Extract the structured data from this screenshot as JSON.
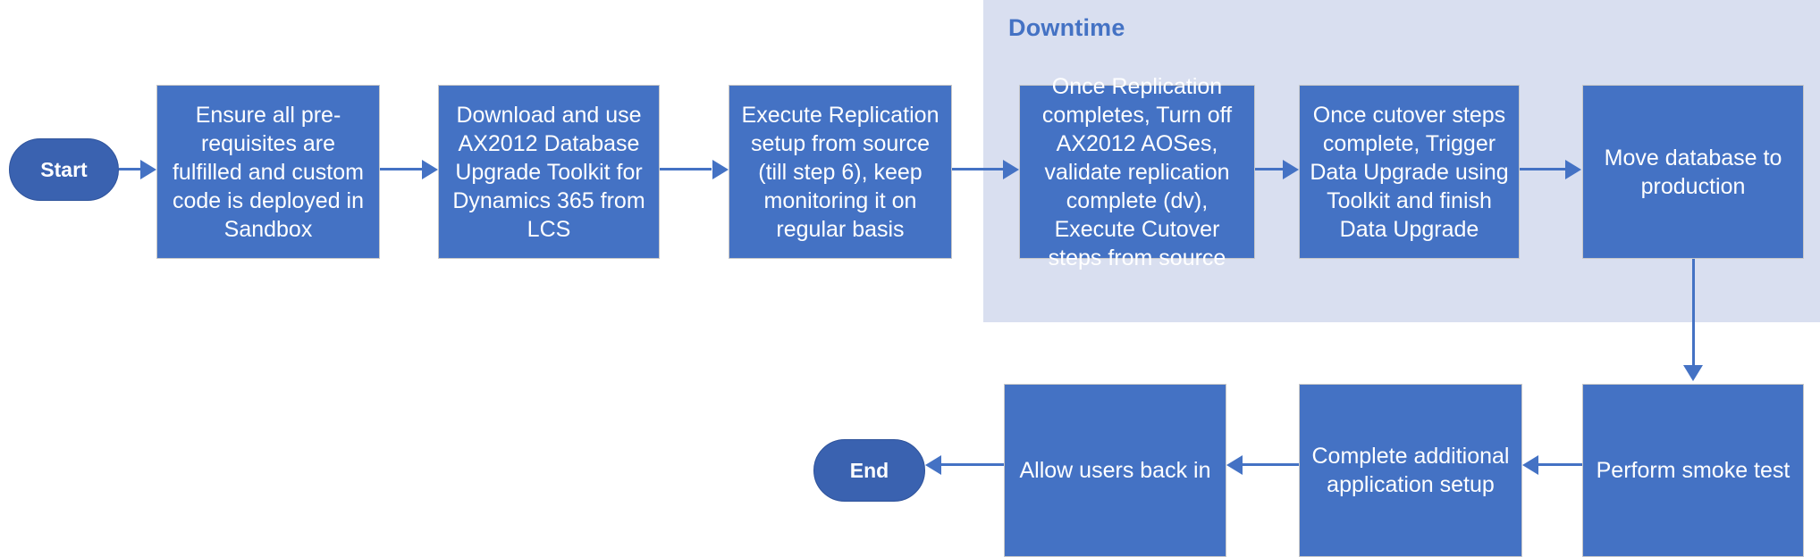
{
  "diagram": {
    "title": "AX2012 to Dynamics 365 Database Upgrade Flow",
    "colors": {
      "node_fill": "#4472C4",
      "node_border": "#C8C8C8",
      "terminator_fill": "#3A62B0",
      "swimlane_fill": "#D9DFF0",
      "connector": "#4472C4",
      "node_text": "#FFFFFF",
      "swimlane_title": "#4472C4"
    },
    "swimlane": {
      "label": "Downtime"
    },
    "terminators": {
      "start": "Start",
      "end": "End"
    },
    "nodes": [
      {
        "id": "n1",
        "label": "Ensure all pre-requisites are fulfilled and custom code is deployed in Sandbox"
      },
      {
        "id": "n2",
        "label": "Download and use AX2012 Database Upgrade Toolkit for Dynamics 365 from LCS"
      },
      {
        "id": "n3",
        "label": "Execute Replication setup from source (till step 6), keep monitoring it on regular basis"
      },
      {
        "id": "n4",
        "label": "Once Replication completes, Turn off AX2012 AOSes, validate replication complete (dv), Execute Cutover steps from source"
      },
      {
        "id": "n5",
        "label": "Once cutover steps complete, Trigger Data Upgrade using Toolkit and finish Data Upgrade"
      },
      {
        "id": "n6",
        "label": "Move database to production"
      },
      {
        "id": "n7",
        "label": "Perform smoke test"
      },
      {
        "id": "n8",
        "label": "Complete additional application setup"
      },
      {
        "id": "n9",
        "label": "Allow users back in"
      }
    ],
    "edges": [
      {
        "from": "start",
        "to": "n1",
        "direction": "right"
      },
      {
        "from": "n1",
        "to": "n2",
        "direction": "right"
      },
      {
        "from": "n2",
        "to": "n3",
        "direction": "right"
      },
      {
        "from": "n3",
        "to": "n4",
        "direction": "right"
      },
      {
        "from": "n4",
        "to": "n5",
        "direction": "right"
      },
      {
        "from": "n5",
        "to": "n6",
        "direction": "right"
      },
      {
        "from": "n6",
        "to": "n7",
        "direction": "down"
      },
      {
        "from": "n7",
        "to": "n8",
        "direction": "left"
      },
      {
        "from": "n8",
        "to": "n9",
        "direction": "left"
      },
      {
        "from": "n9",
        "to": "end",
        "direction": "left"
      }
    ]
  }
}
